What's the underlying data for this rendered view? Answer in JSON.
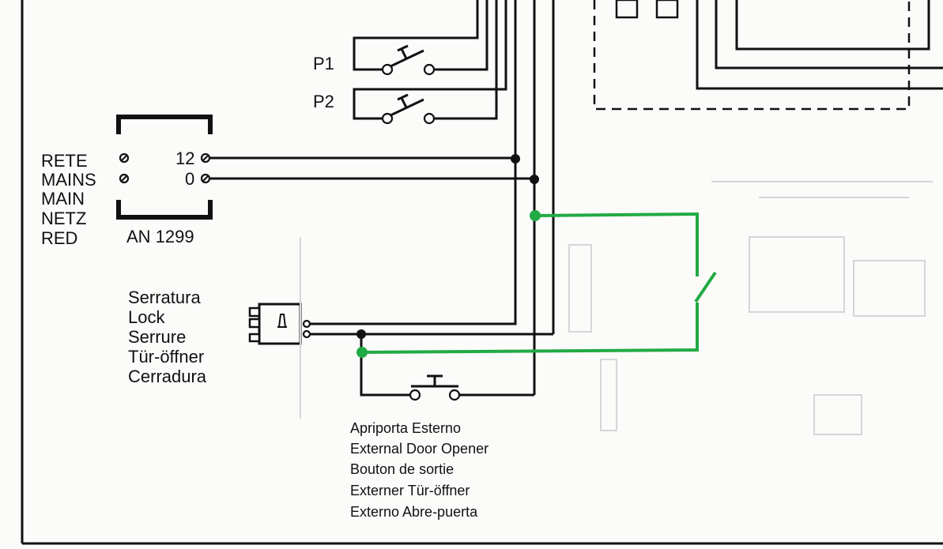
{
  "switches": {
    "p1": "P1",
    "p2": "P2"
  },
  "supply": {
    "mains_labels": [
      "RETE",
      "MAINS",
      "MAIN",
      "NETZ",
      "RED"
    ],
    "terminal_12": "12",
    "terminal_0": "0",
    "model": "AN 1299"
  },
  "lock": {
    "labels": [
      "Serratura",
      "Lock",
      "Serrure",
      "Tür-öffner",
      "Cerradura"
    ]
  },
  "external_opener": {
    "labels": [
      "Apriporta Esterno",
      "External Door Opener",
      "Bouton de sortie",
      "Externer Tür-öffner",
      "Externo Abre-puerta"
    ]
  },
  "colors": {
    "wire": "#111111",
    "added_wire": "#22aa44"
  }
}
